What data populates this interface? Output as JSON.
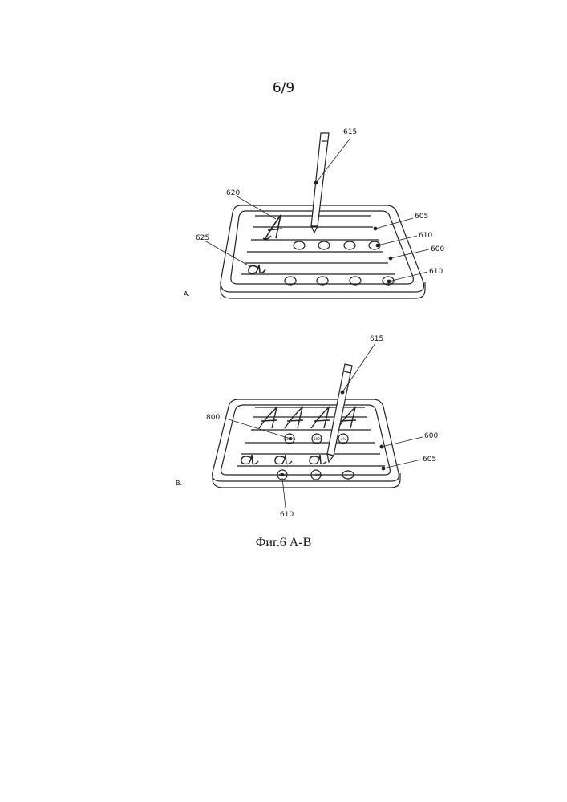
{
  "page_number": "6/9",
  "caption": "Фиг.6 А-В",
  "figure_a": {
    "panel_label": "A.",
    "labels": {
      "pen": "615",
      "upper_letter": "620",
      "lower_letter": "625",
      "surface": "605",
      "button_top": "610",
      "board": "600",
      "button_bottom": "610"
    }
  },
  "figure_b": {
    "panel_label": "B.",
    "labels": {
      "pen": "615",
      "score": "800",
      "board": "600",
      "surface": "605",
      "button": "610"
    },
    "score_badges_top": [
      "100%",
      "100%",
      "a%"
    ],
    "score_badges_bottom": [
      "90%",
      "100%"
    ]
  }
}
